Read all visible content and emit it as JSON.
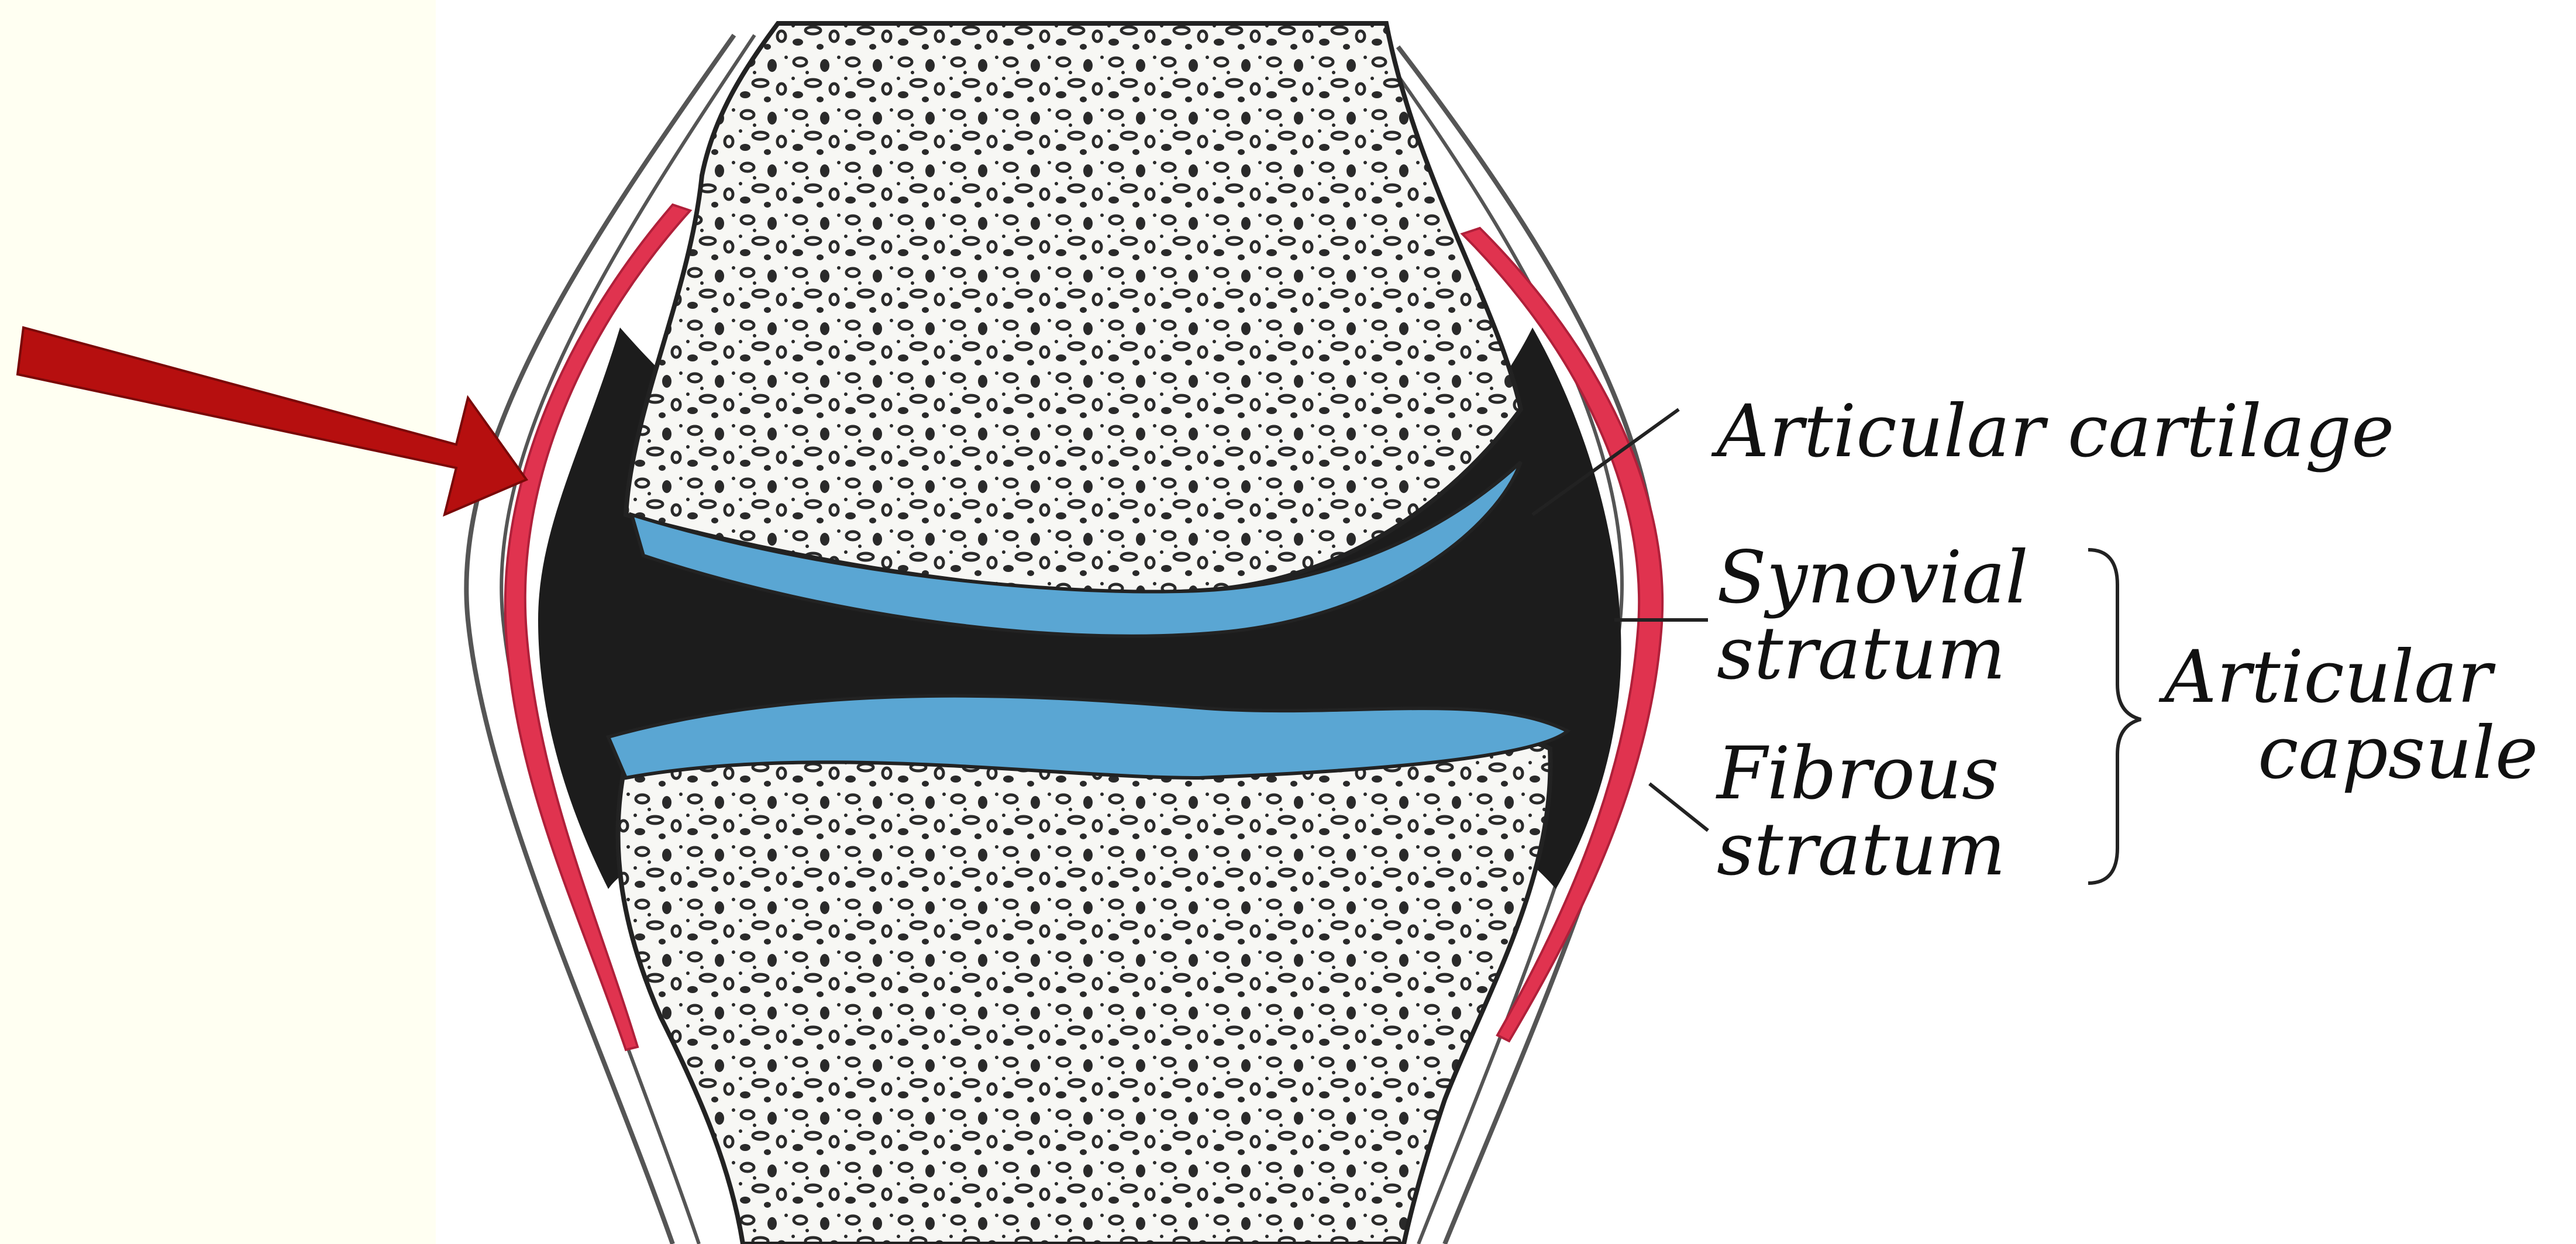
{
  "labels": {
    "articular_cartilage": "Articular cartilage",
    "synovial": "Synovial",
    "synovial_stratum": "stratum",
    "fibrous": "Fibrous",
    "fibrous_stratum": "stratum",
    "capsule_1": "Articular",
    "capsule_2": "capsule"
  },
  "colors": {
    "panel_left": "#fffff2",
    "background": "#ffffff",
    "cavity": "#1c1c1c",
    "cartilage": "#5aa6d3",
    "synovial_membrane": "#e0334f",
    "arrow": "#b60f0f",
    "ink": "#111111"
  },
  "icons": {
    "pointer": "arrow-icon"
  }
}
